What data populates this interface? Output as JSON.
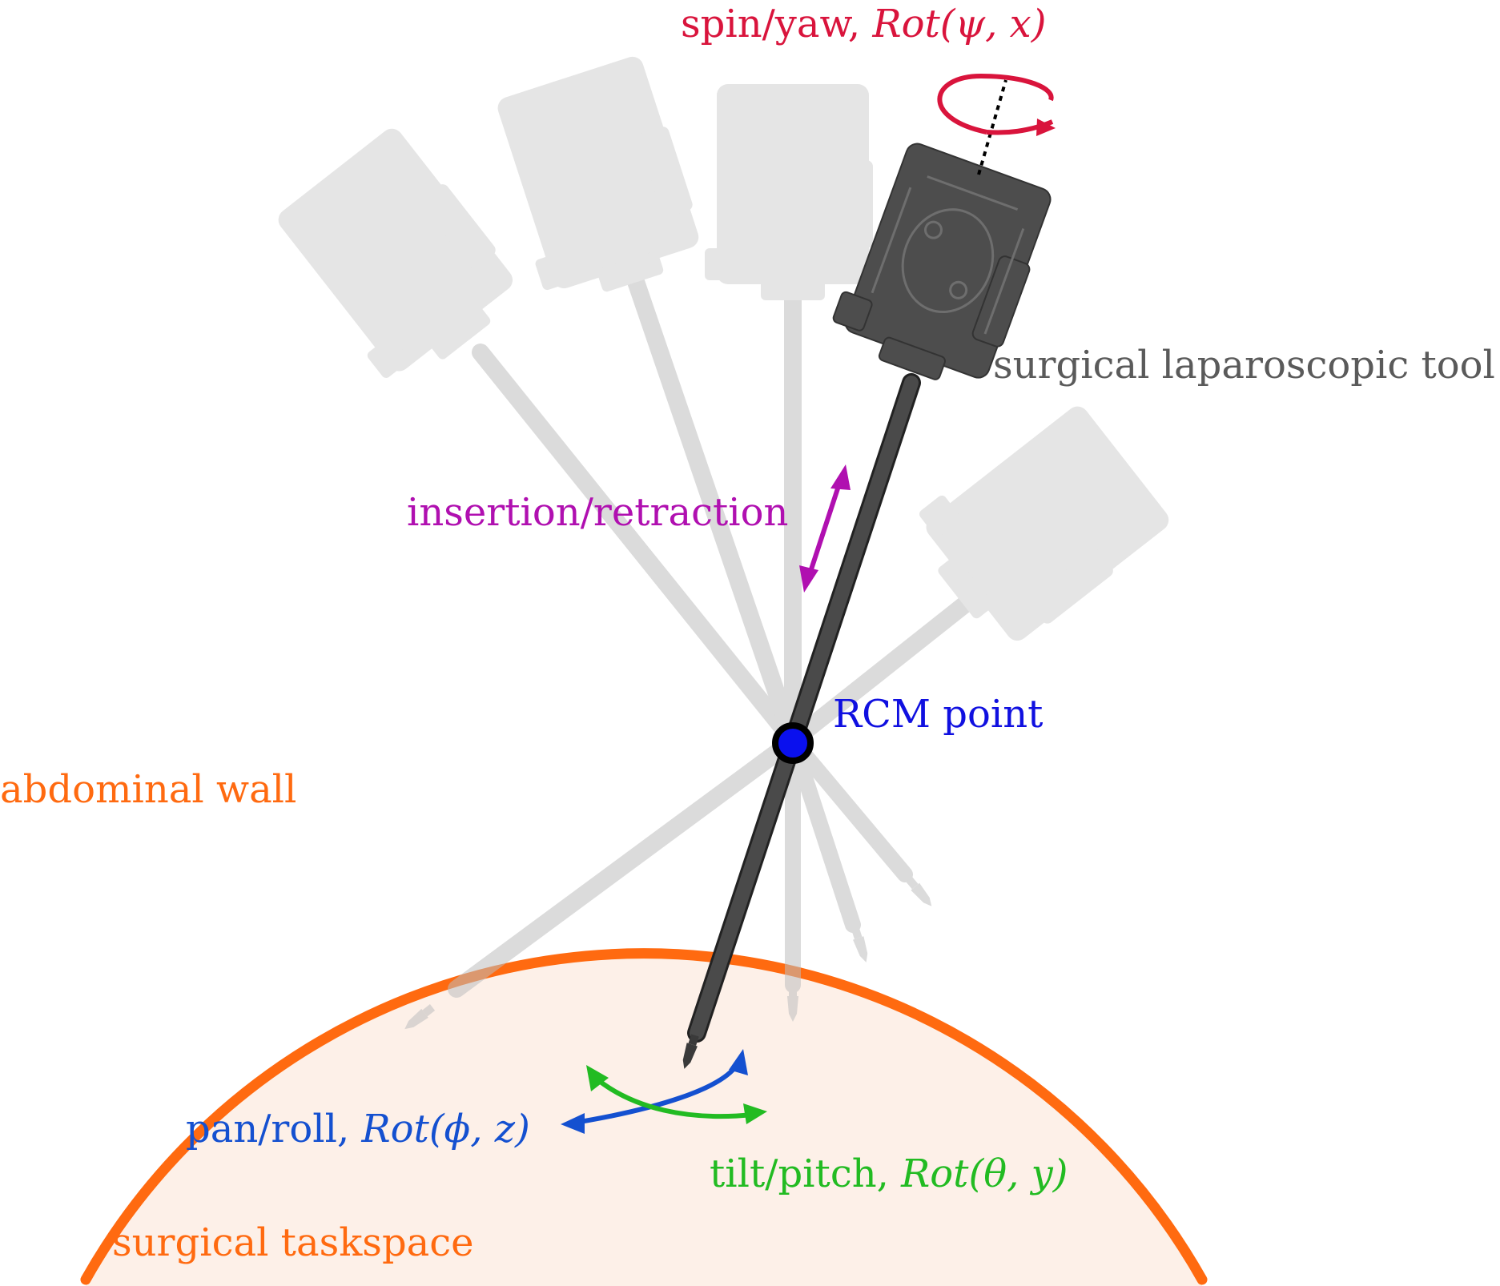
{
  "labels": {
    "spin_text": "spin/yaw, ",
    "spin_math": "Rot(ψ, x)",
    "tool": "surgical laparoscopic tool",
    "insertion": "insertion/retraction",
    "rcm": "RCM point",
    "abdominal_wall": "abdominal wall",
    "pan_text": "pan/roll, ",
    "pan_math": "Rot(ϕ, z)",
    "tilt_text": "tilt/pitch, ",
    "tilt_math": "Rot(θ, y)",
    "taskspace": "surgical taskspace"
  },
  "colors": {
    "spin": "#d9143c",
    "tool_label": "#5a5a5a",
    "insertion": "#b010b0",
    "rcm": "#1010e0",
    "wall": "#ff6a10",
    "taskspace_fill": "#fdf0e8",
    "pan": "#1450d0",
    "tilt": "#22bb22",
    "tool_body": "#4a4a4a",
    "ghost": "#c4c4c4"
  }
}
